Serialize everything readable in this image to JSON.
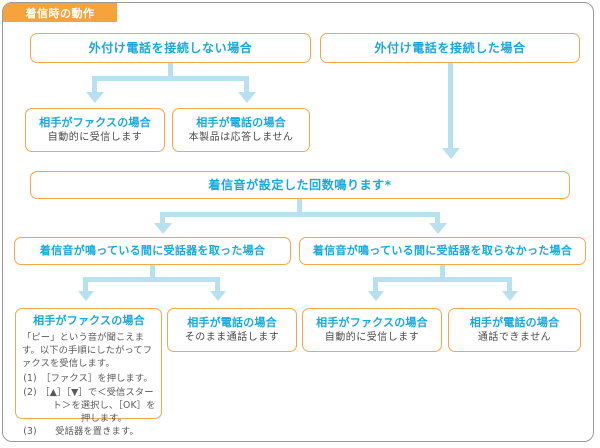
{
  "title": "着信時の動作",
  "nodes": {
    "no_ext_phone": "外付け電話を接続しない場合",
    "with_ext_phone": "外付け電話を接続した場合",
    "a_fax": {
      "head": "相手がファクスの場合",
      "sub": "自動的に受信します"
    },
    "a_phone": {
      "head": "相手が電話の場合",
      "sub": "本製品は応答しません"
    },
    "ring_count": "着信音が設定した回数鳴ります*",
    "picked_up": "着信音が鳴っている間に受話器を取った場合",
    "not_picked_up": "着信音が鳴っている間に受話器を取らなかった場合",
    "b_fax": {
      "head": "相手がファクスの場合",
      "body": "「ピー」という音が聞こえます。以下の手順にしたがってファクスを受信します。",
      "steps": [
        {
          "num": "(1)",
          "text": "［ファクス］を押します。"
        },
        {
          "num": "(2)",
          "text": "［▲］［▼］で＜受信スター"
        },
        {
          "num": "(3)",
          "text": "受話器を置きます。"
        }
      ],
      "step2_cont1": "ト＞を選択し、［OK］を",
      "step2_cont2": "押します。"
    },
    "b_phone": {
      "head": "相手が電話の場合",
      "sub": "そのまま通話します"
    },
    "c_fax": {
      "head": "相手がファクスの場合",
      "sub": "自動的に受信します"
    },
    "c_phone": {
      "head": "相手が電話の場合",
      "sub": "通話できません"
    }
  },
  "colors": {
    "tab_bg": "#F6A33C",
    "box_border": "#F5A74B",
    "heading_text": "#17A9DC",
    "connector": "#B9E0EF",
    "frame_border": "#9A9A9A",
    "body_text": "#5A5A5A"
  }
}
